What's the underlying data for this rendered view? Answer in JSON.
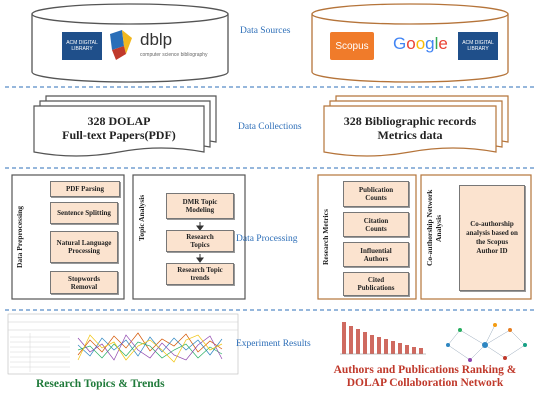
{
  "stages": {
    "data_sources": "Data Sources",
    "data_collections": "Data Collections",
    "data_processing": "Data Processing",
    "experiment_results": "Experiment Results"
  },
  "sources_left": {
    "acm_logo": "ACM DIGITAL LIBRARY",
    "dblp_name": "dblp",
    "dblp_sub": "computer science bibliography"
  },
  "sources_right": {
    "scopus": "Scopus",
    "google": "Google",
    "acm_logo": "ACM DIGITAL LIBRARY"
  },
  "collections": {
    "left_line1": "328 DOLAP",
    "left_line2": "Full-text Papers(PDF)",
    "right_line1": "328 Bibliographic records",
    "right_line2": "Metrics data"
  },
  "processing_left": {
    "group1_label": "Data Preprocessing",
    "group1_items": [
      "PDF Parsing",
      "Sentence Splitting",
      "Natural Language Processing",
      "Stopwords Removal"
    ],
    "group2_label": "Topic Analysis",
    "group2_items": [
      "DMR Topic Modeling",
      "Research Topics",
      "Research Topic trends"
    ]
  },
  "processing_right": {
    "group1_label": "Research Metrics",
    "group1_items": [
      "Publication Counts",
      "Citation Counts",
      "Influential Authors",
      "Cited Publications"
    ],
    "group2_label": "Co-authorship Network Analysis",
    "group2_item": "Co-authorship analysis based on the Scopus Author ID"
  },
  "results": {
    "left_title": "Research Topics & Trends",
    "right_title_line1": "Authors and Publications Ranking &",
    "right_title_line2": "DOLAP Collaboration Network"
  },
  "colors": {
    "label_blue": "#2e6fb8",
    "left_border": "#555555",
    "right_border": "#b5743a",
    "box_fill": "#fbe3cf",
    "left_title_color": "#1f7a3a",
    "right_title_color": "#c0392b",
    "dashed_line": "#2e6fb8"
  }
}
